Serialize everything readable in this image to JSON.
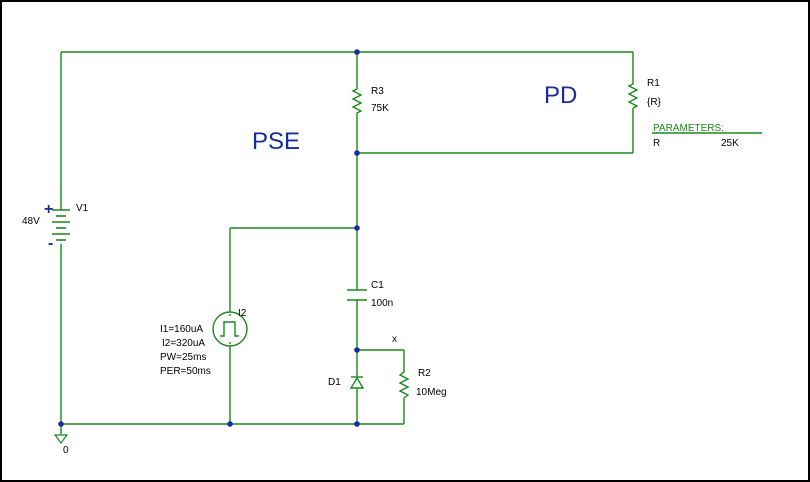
{
  "labels": {
    "pse": "PSE",
    "pd": "PD",
    "v1_name": "V1",
    "v1_value": "48V",
    "plus": "+",
    "minus": "-",
    "r3_name": "R3",
    "r3_value": "75K",
    "r1_name": "R1",
    "r1_value": "{R}",
    "c1_name": "C1",
    "c1_value": "100n",
    "d1_name": "D1",
    "r2_name": "R2",
    "r2_value": "10Meg",
    "i2_name": "I2",
    "i2_params": [
      "I1=160uA",
      "I2=320uA",
      "PW=25ms",
      "PER=50ms"
    ],
    "node_x": "x",
    "ground": "0"
  },
  "parameters": {
    "title": "PARAMETERS:",
    "name": "R",
    "value": "25K"
  },
  "colors": {
    "wire": "#1a8a1a",
    "node": "#1a2aa0",
    "label_blue": "#1a2aa0",
    "text": "#000000"
  }
}
